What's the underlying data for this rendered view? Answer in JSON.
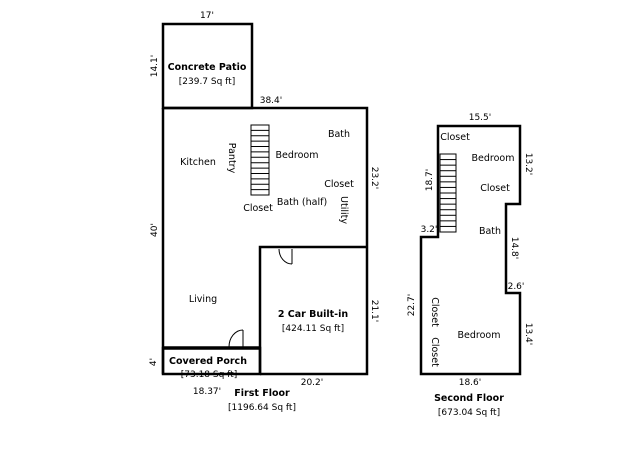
{
  "first_floor": {
    "title": "First Floor",
    "area": "[1196.64 Sq ft]",
    "dimensions": {
      "patio_width": "17'",
      "patio_depth": "14.1'",
      "top_width": "38.4'",
      "left_height": "40'",
      "right_upper": "23.2'",
      "right_lower": "21.1'",
      "bottom_right": "20.2'",
      "porch_depth": "4'",
      "porch_width": "18.37'"
    },
    "rooms": {
      "patio_name": "Concrete Patio",
      "patio_area": "[239.7 Sq ft]",
      "kitchen": "Kitchen",
      "pantry": "Pantry",
      "bedroom": "Bedroom",
      "bath": "Bath",
      "closet_right": "Closet",
      "closet_mid": "Closet",
      "bath_half": "Bath (half)",
      "utility": "Utility",
      "living": "Living",
      "garage_name": "2 Car Built-in",
      "garage_area": "[424.11 Sq ft]",
      "porch_name": "Covered Porch",
      "porch_area": "[73.18 Sq ft]"
    }
  },
  "second_floor": {
    "title": "Second Floor",
    "area": "[673.04 Sq ft]",
    "dimensions": {
      "top_width": "15.5'",
      "stair_height": "18.7'",
      "right_top": "13.2'",
      "step_in": "3.2'",
      "right_mid": "14.8'",
      "step_out": "2.6'",
      "left_lower": "22.7'",
      "right_lower": "13.4'",
      "bottom_width": "18.6'"
    },
    "rooms": {
      "closet_top": "Closet",
      "bedroom_top": "Bedroom",
      "closet_mid": "Closet",
      "bath": "Bath",
      "closet_left_1": "Closet",
      "closet_left_2": "Closet",
      "bedroom_bottom": "Bedroom"
    }
  }
}
